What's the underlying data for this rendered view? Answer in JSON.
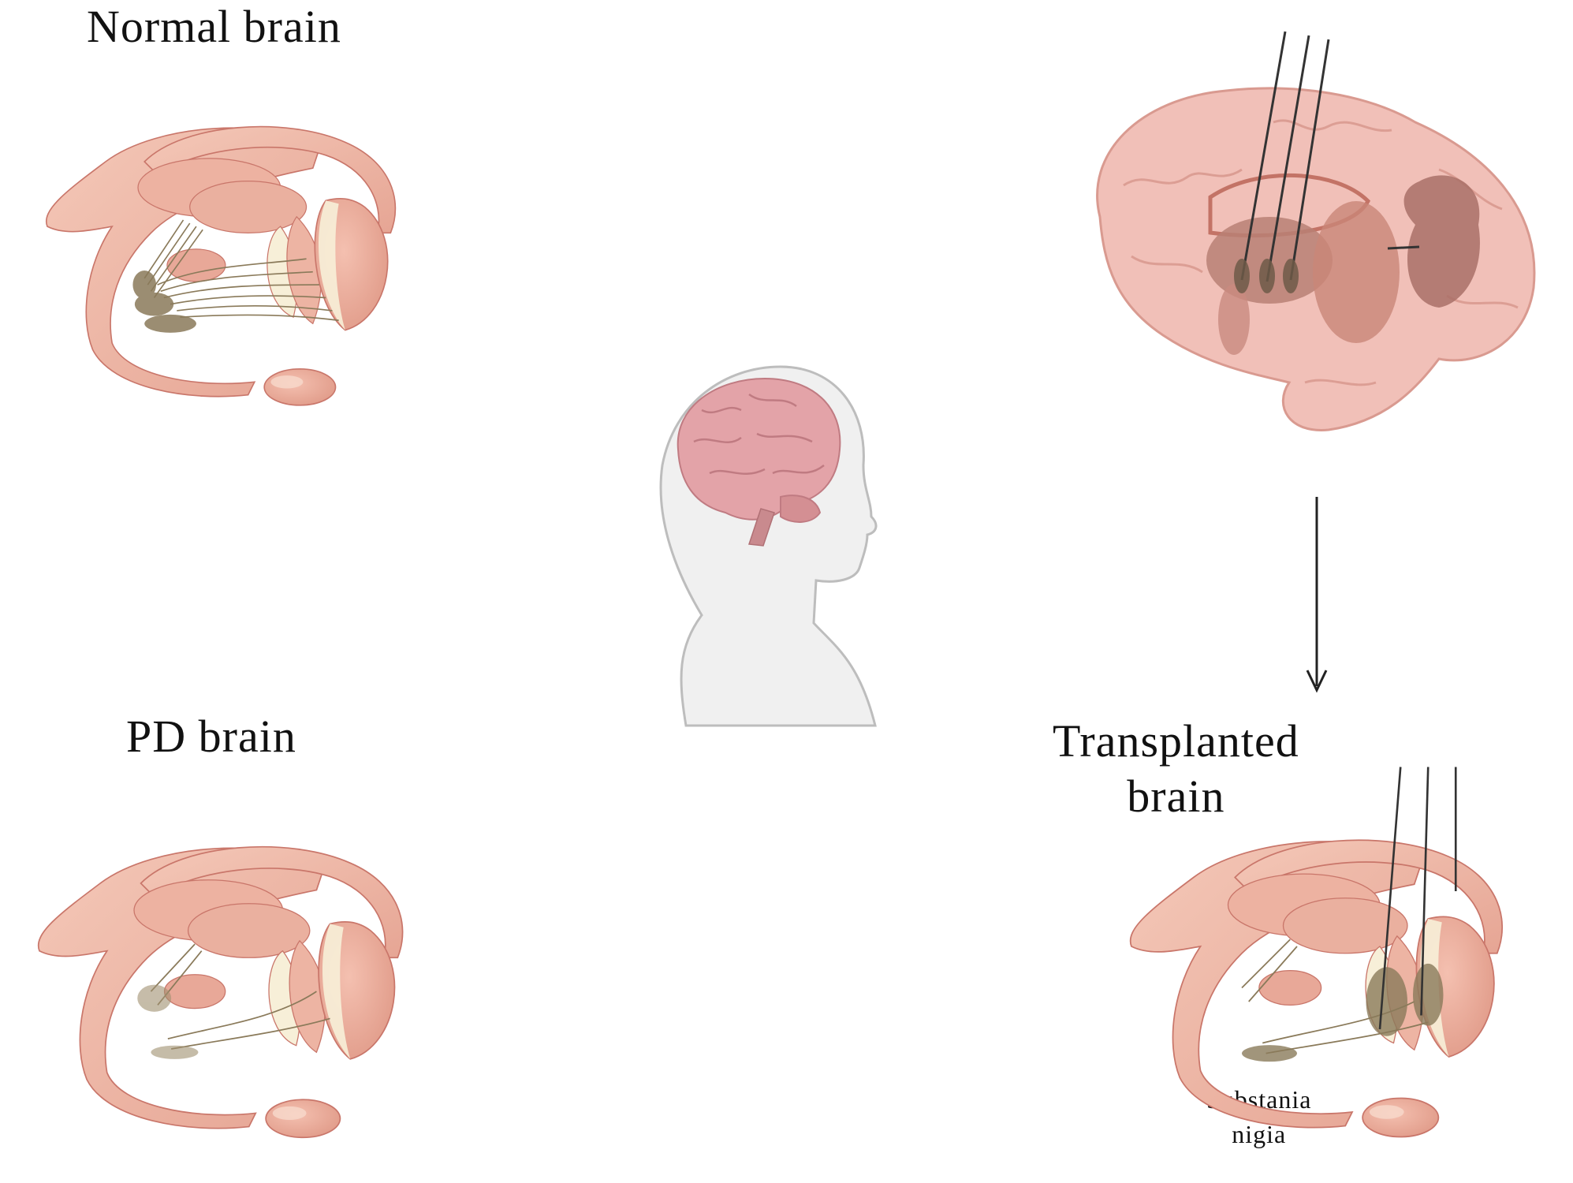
{
  "labels": {
    "normal": "Normal brain",
    "pd": "PD brain",
    "transplanted_line1": "Transplanted",
    "transplanted_line2": "brain",
    "substantia_line1": "Substania",
    "substantia_line2": "nigia"
  },
  "colors": {
    "tissue": "#eeb6a6",
    "tissue_dark": "#d98f7e",
    "tissue_light": "#f6d4c8",
    "outline": "#c9766a",
    "cortex": "#e8a8a6",
    "cortex_inner": "#c98a80",
    "fiber": "#8a7a5a",
    "cream": "#f7efd8",
    "head": "#f0f0f0",
    "arrow": "#222222"
  },
  "icons": [
    "basal-ganglia-illustration",
    "head-silhouette-icon",
    "brain-icon",
    "electrode-icon",
    "arrow-down-icon"
  ]
}
